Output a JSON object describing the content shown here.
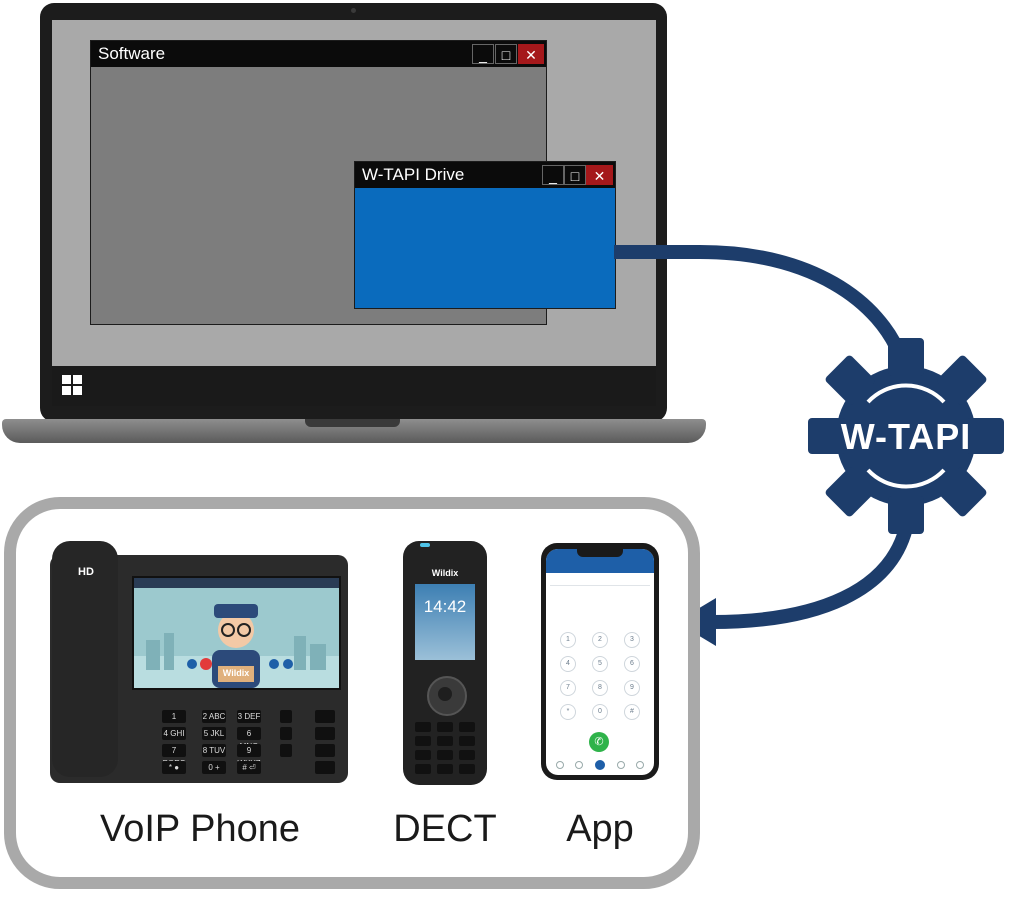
{
  "laptop": {
    "software_window": {
      "title": "Software",
      "minimize": "_",
      "maximize": "□",
      "close": "✕"
    },
    "wtapi_window": {
      "title": "W-TAPI Drive",
      "minimize": "_",
      "maximize": "□",
      "close": "✕"
    },
    "taskbar": {
      "start_icon": "windows-logo-icon"
    }
  },
  "gear": {
    "label": "W-TAPI",
    "color": "#1d3d6b"
  },
  "connector_color": "#1d3d6b",
  "devices": {
    "voip_phone": {
      "label": "VoIP Phone",
      "handset_text": "HD",
      "brand": "Wildix",
      "keys": [
        "1",
        "2 ABC",
        "3 DEF",
        "4 GHI",
        "5 JKL",
        "6 MNO",
        "7 PQRS",
        "8 TUV",
        "9 WXYZ",
        "* ●",
        "0 +",
        "# ⏎"
      ]
    },
    "dect": {
      "label": "DECT",
      "brand": "Wildix",
      "time": "14:42"
    },
    "app": {
      "label": "App",
      "keys": [
        "1",
        "2",
        "3",
        "4",
        "5",
        "6",
        "7",
        "8",
        "9",
        "*",
        "0",
        "#"
      ]
    }
  },
  "colors": {
    "window_blue": "#0a6bbd",
    "close_red": "#a5181b",
    "box_gray": "#a9a9a9"
  }
}
